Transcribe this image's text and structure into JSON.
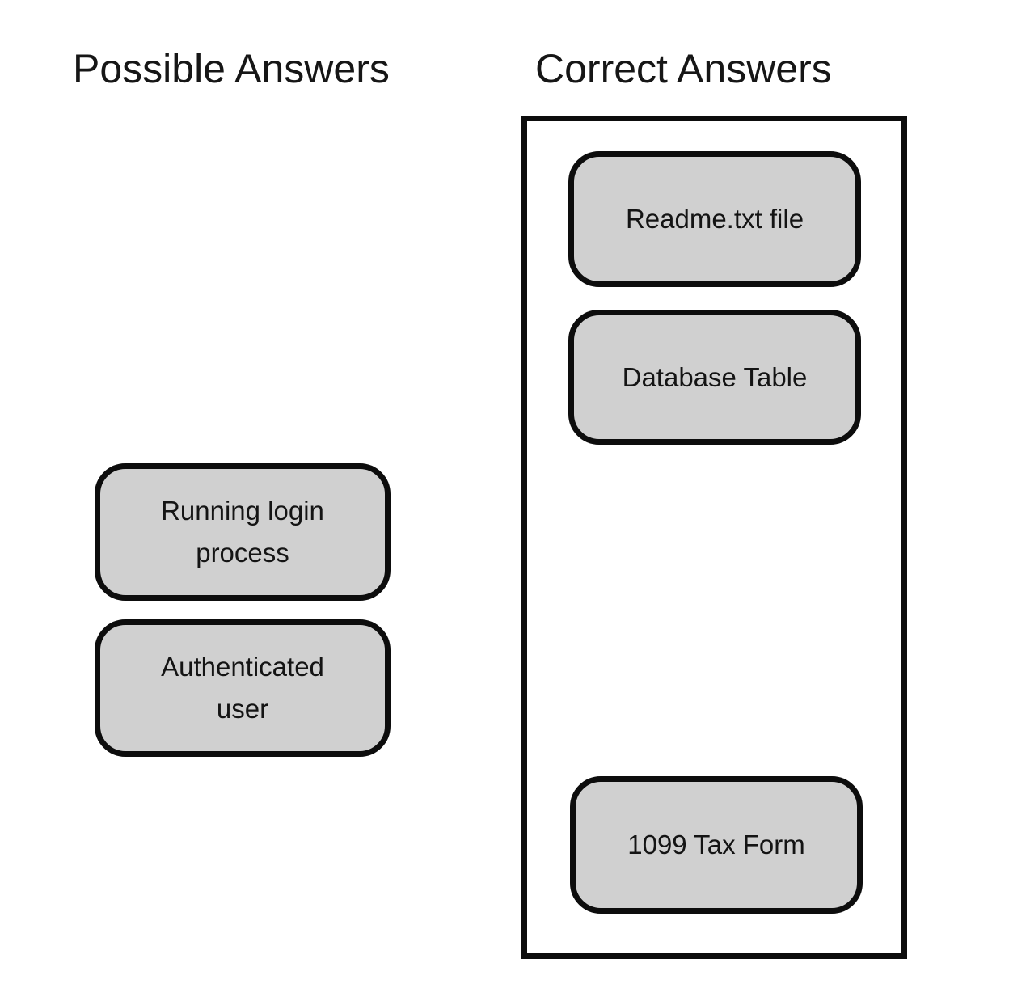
{
  "headings": {
    "possible": "Possible Answers",
    "correct": "Correct Answers"
  },
  "possible_answers": [
    {
      "label": "Running login process"
    },
    {
      "label": "Authenticated user"
    }
  ],
  "correct_answers": [
    {
      "label": "Readme.txt file"
    },
    {
      "label": "Database Table"
    },
    {
      "label": "1099 Tax Form"
    }
  ],
  "colors": {
    "token_fill": "#d0d0d0",
    "token_border": "#0d0d0d",
    "background": "#ffffff",
    "text": "#141414"
  }
}
